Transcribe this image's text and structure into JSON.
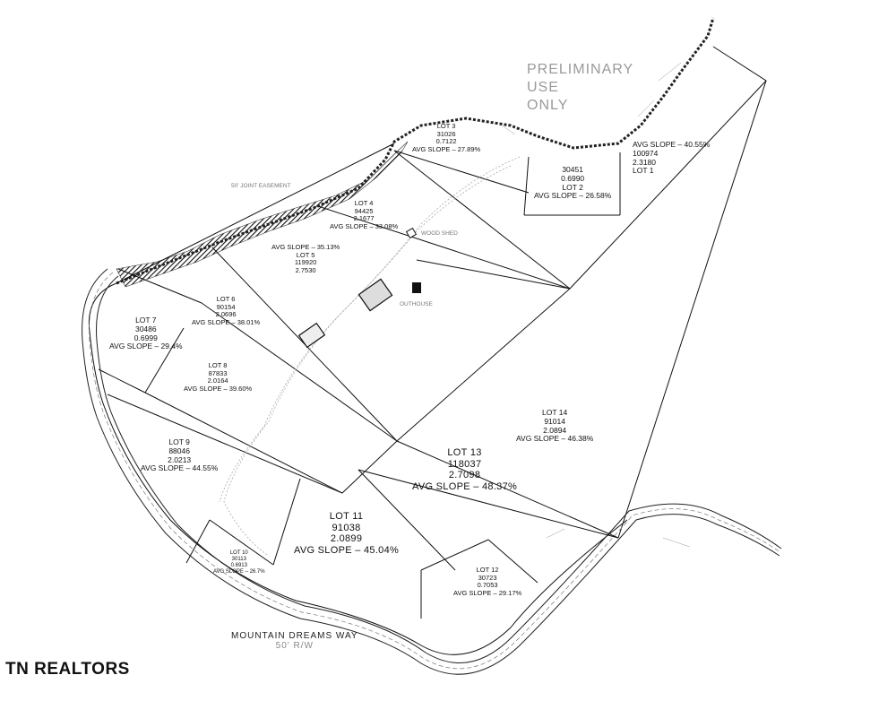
{
  "watermark": {
    "line1": "PRELIMINARY",
    "line2": "USE",
    "line3": "ONLY"
  },
  "road": {
    "name": "MOUNTAIN DREAMS WAY",
    "row": "50' R/W"
  },
  "brand": {
    "text": "TN REALTORS"
  },
  "notes": {
    "easement": "50' JOINT EASEMENT",
    "shed": "WOOD SHED",
    "outhouse": "OUTHOUSE"
  },
  "lots": {
    "lot1": {
      "name": "LOT 1",
      "area": "100974",
      "acres": "2.3180",
      "slope": "AVG SLOPE – 40.55%"
    },
    "lot2": {
      "name": "LOT 2",
      "area": "30451",
      "acres": "0.6990",
      "slope": "AVG SLOPE – 26.58%"
    },
    "lot3": {
      "name": "LOT 3",
      "area": "31026",
      "acres": "0.7122",
      "slope": "AVG SLOPE – 27.89%"
    },
    "lot4": {
      "name": "LOT 4",
      "area": "94425",
      "acres": "2.1677",
      "slope": "AVG SLOPE – 33.08%"
    },
    "lot5": {
      "name": "LOT 5",
      "area": "119920",
      "acres": "2.7530",
      "slope": "AVG SLOPE – 35.13%"
    },
    "lot6": {
      "name": "LOT 6",
      "area": "90154",
      "acres": "2.0696",
      "slope": "AVG SLOPE – 38.01%"
    },
    "lot7": {
      "name": "LOT 7",
      "area": "30486",
      "acres": "0.6999",
      "slope": "AVG SLOPE – 29.4%"
    },
    "lot8": {
      "name": "LOT 8",
      "area": "87833",
      "acres": "2.0164",
      "slope": "AVG SLOPE – 39.60%"
    },
    "lot9": {
      "name": "LOT 9",
      "area": "88046",
      "acres": "2.0213",
      "slope": "AVG SLOPE – 44.55%"
    },
    "lot10": {
      "name": "LOT 10",
      "area": "30113",
      "acres": "0.6913",
      "slope": "AVG SLOPE – 26.7%"
    },
    "lot11": {
      "name": "LOT 11",
      "area": "91038",
      "acres": "2.0899",
      "slope": "AVG SLOPE – 45.04%"
    },
    "lot12": {
      "name": "LOT 12",
      "area": "30723",
      "acres": "0.7053",
      "slope": "AVG SLOPE – 29.17%"
    },
    "lot13": {
      "name": "LOT 13",
      "area": "118037",
      "acres": "2.7098",
      "slope": "AVG SLOPE – 48.37%"
    },
    "lot14": {
      "name": "LOT 14",
      "area": "91014",
      "acres": "2.0894",
      "slope": "AVG SLOPE – 46.38%"
    }
  }
}
